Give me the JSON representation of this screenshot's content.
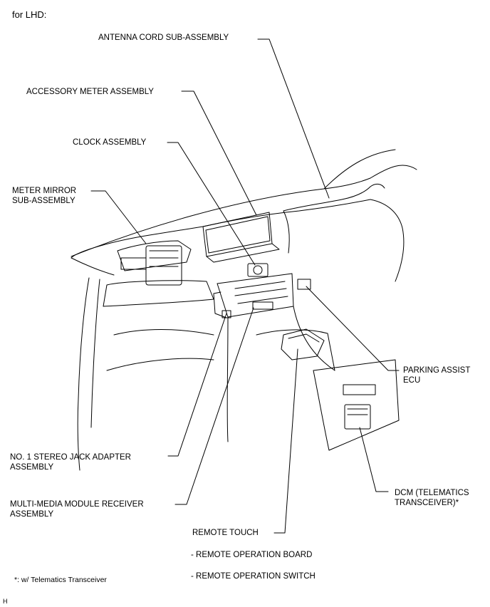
{
  "header": "for LHD:",
  "labels": {
    "antenna_cord": "ANTENNA CORD SUB-ASSEMBLY",
    "accessory_meter": "ACCESSORY METER ASSEMBLY",
    "clock": "CLOCK ASSEMBLY",
    "meter_mirror_1": "METER MIRROR",
    "meter_mirror_2": "SUB-ASSEMBLY",
    "parking_assist_1": "PARKING ASSIST",
    "parking_assist_2": "ECU",
    "stereo_jack_1": "NO. 1 STEREO JACK ADAPTER",
    "stereo_jack_2": "ASSEMBLY",
    "dcm_1": "DCM (TELEMATICS",
    "dcm_2": "TRANSCEIVER)*",
    "multimedia_1": "MULTI-MEDIA MODULE RECEIVER",
    "multimedia_2": "ASSEMBLY",
    "remote_touch": "REMOTE TOUCH",
    "remote_board": "- REMOTE OPERATION BOARD",
    "remote_switch": "- REMOTE OPERATION SWITCH"
  },
  "footnote": "*: w/ Telematics Transceiver",
  "corner_mark": "H"
}
